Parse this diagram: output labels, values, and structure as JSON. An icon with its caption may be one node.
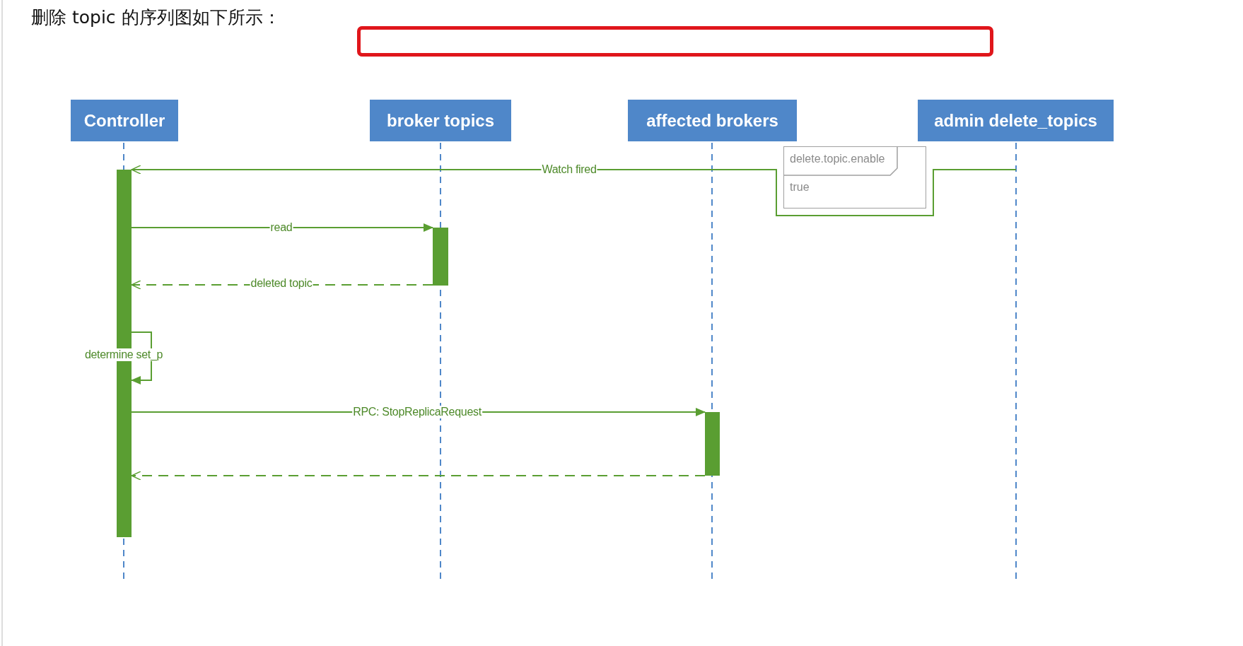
{
  "diagram": {
    "title": "删除 topic 的序列图如下所示：",
    "nodes": [
      {
        "text": [],
        "shape": "box"
      },
      {
        "text": [
          "Controller"
        ]
      },
      {
        "text": [
          "broker topics"
        ]
      },
      {
        "text": [
          "affected brokers"
        ]
      },
      {
        "text": [
          "admin delete_topics"
        ]
      },
      {
        "text": [
          "delete.topic.enable",
          "true"
        ]
      },
      {
        "text": [],
        "shape": "bar"
      },
      {
        "text": [],
        "shape": "bar"
      },
      {
        "text": [],
        "shape": "bar"
      }
    ],
    "edges": [
      {
        "from": 4,
        "to": 6,
        "arrow": "to",
        "label": "Watch fired"
      },
      {
        "from": 6,
        "to": 7,
        "arrow": "to",
        "label": "read"
      },
      {
        "from": 7,
        "to": 6,
        "arrow": "to",
        "label": "deleted topic",
        "style": "dashed"
      },
      {
        "from": 6,
        "to": 6,
        "arrow": "to",
        "label": "determine set_p"
      },
      {
        "from": 6,
        "to": 8,
        "arrow": "to",
        "label": "RPC: StopReplicaRequest"
      },
      {
        "from": 8,
        "to": 6,
        "arrow": "to",
        "style": "dashed"
      }
    ]
  }
}
